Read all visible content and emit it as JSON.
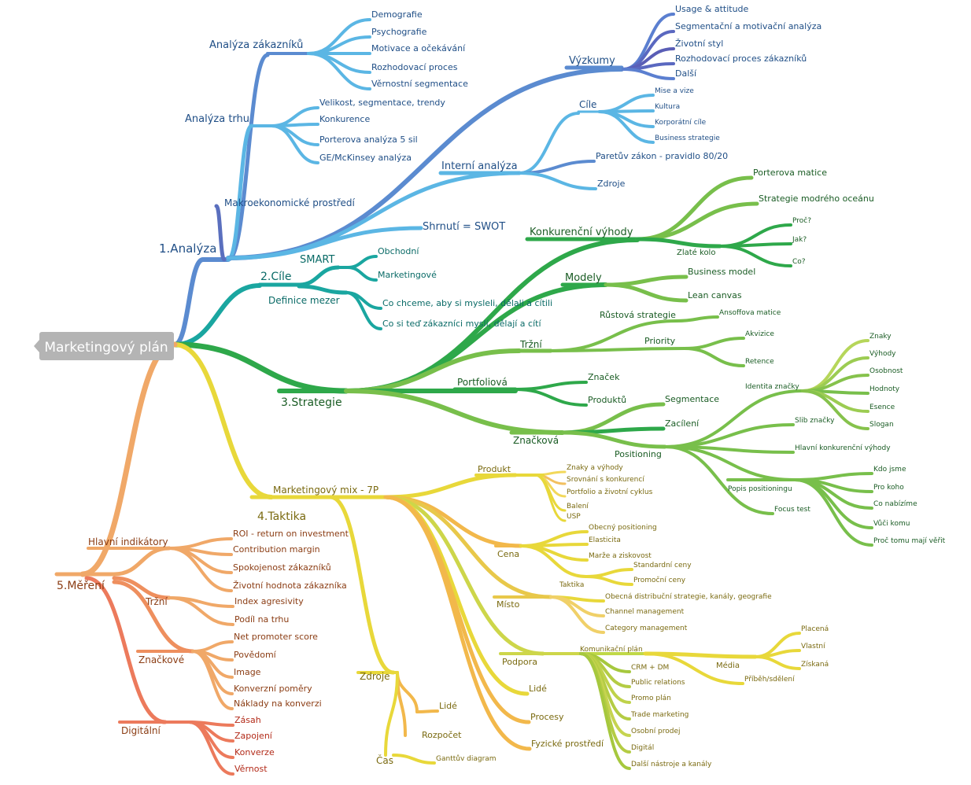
{
  "root": "Marketingový plán",
  "colors": {
    "analyza": "#5b8bd0",
    "analyza_light": "#5bb6e4",
    "cile": "#1aa6a0",
    "strategie": "#2ea84a",
    "strategie_light": "#78bf4b",
    "taktika": "#e8d83a",
    "taktika_orange": "#f2b84b",
    "mereni": "#f0a868",
    "mereni_red": "#ec7a5c",
    "root_bg": "#b4b4b4"
  },
  "branches": {
    "analyza": {
      "label": "1.Analýza",
      "zakaznici": {
        "label": "Analýza zákazníků",
        "items": [
          "Demografie",
          "Psychografie",
          "Motivace a očekávání",
          "Rozhodovací proces",
          "Věrnostní segmentace"
        ]
      },
      "trh": {
        "label": "Analýza trhu",
        "items": [
          "Velikost, segmentace, trendy",
          "Konkurence",
          "Porterova analýza 5 sil",
          "GE/McKinsey analýza"
        ]
      },
      "makro": "Makroekonomické prostředí",
      "vyzkumy": {
        "label": "Výzkumy",
        "items": [
          "Usage & attitude",
          "Segmentační a motivační analýza",
          "Životní styl",
          "Rozhodovací proces zákazníků",
          "Další"
        ]
      },
      "interni": {
        "label": "Interní analýza",
        "cile": {
          "label": "Cíle",
          "items": [
            "Mise a vize",
            "Kultura",
            "Korporátní cíle",
            "Business strategie"
          ]
        },
        "pareto": "Paretův zákon - pravidlo 80/20",
        "zdroje": "Zdroje"
      },
      "swot": "Shrnutí = SWOT"
    },
    "cile": {
      "label": "2.Cíle",
      "smart": {
        "label": "SMART",
        "items": [
          "Obchodní",
          "Marketingové"
        ]
      },
      "mezer": {
        "label": "Definice mezer",
        "items": [
          "Co chceme, aby si mysleli, dělali a cítili",
          "Co si teď zákazníci myslí, dělají a cítí"
        ]
      }
    },
    "strategie": {
      "label": "3.Strategie",
      "konkurencni": {
        "label": "Konkurenční výhody",
        "items": [
          "Porterova matice",
          "Strategie modrého oceánu"
        ],
        "zlate": {
          "label": "Zlaté kolo",
          "items": [
            "Proč?",
            "Jak?",
            "Co?"
          ]
        }
      },
      "modely": {
        "label": "Modely",
        "items": [
          "Business model",
          "Lean canvas"
        ]
      },
      "trzni": {
        "label": "Tržní",
        "rustova": {
          "label": "Růstová strategie",
          "items": [
            "Ansoffova matice"
          ]
        },
        "priority": {
          "label": "Priority",
          "items": [
            "Akvizice",
            "Retence"
          ]
        }
      },
      "portfoliova": {
        "label": "Portfoliová",
        "items": [
          "Značek",
          "Produktů"
        ]
      },
      "znackova": {
        "label": "Značková",
        "items": [
          "Segmentace",
          "Zacílení"
        ],
        "positioning": {
          "label": "Positioning",
          "identita": {
            "label": "Identita značky",
            "items": [
              "Znaky",
              "Výhody",
              "Osobnost",
              "Hodnoty",
              "Esence",
              "Slogan"
            ]
          },
          "slib": "Slib značky",
          "hlavni": "Hlavní konkurenční výhody",
          "popis": {
            "label": "Popis positioningu",
            "items": [
              "Kdo jsme",
              "Pro koho",
              "Co nabízíme",
              "Vůči komu",
              "Proč tomu mají věřit"
            ]
          },
          "focus": "Focus test"
        }
      }
    },
    "taktika": {
      "label": "4.Taktika",
      "mix": {
        "label": "Marketingový mix - 7P",
        "produkt": {
          "label": "Produkt",
          "items": [
            "Znaky a výhody",
            "Srovnání s konkurencí",
            "Portfolio a životní cyklus",
            "Balení",
            "USP"
          ]
        },
        "cena": {
          "label": "Cena",
          "items": [
            "Obecný positioning",
            "Elasticita",
            "Marže a ziskovost"
          ],
          "taktika": {
            "label": "Taktika",
            "items": [
              "Standardní ceny",
              "Promoční ceny"
            ]
          }
        },
        "misto": {
          "label": "Místo",
          "items": [
            "Obecná distribuční strategie, kanály, geografie",
            "Channel management",
            "Category management"
          ]
        },
        "podpora": {
          "label": "Podpora",
          "komunikacni": {
            "label": "Komunikační plán",
            "media": {
              "label": "Média",
              "items": [
                "Placená",
                "Vlastní",
                "Získaná"
              ]
            },
            "pribeh": "Příběh/sdělení"
          },
          "items": [
            "CRM + DM",
            "Public relations",
            "Promo plán",
            "Trade marketing",
            "Osobní prodej",
            "Digitál",
            "Další nástroje a kanály"
          ]
        },
        "lide": "Lidé",
        "procesy": "Procesy",
        "fyzicke": "Fyzické prostředí"
      },
      "zdroje": {
        "label": "Zdroje",
        "lide": "Lidé",
        "rozpocet": "Rozpočet",
        "cas": {
          "label": "Čas",
          "items": [
            "Ganttův diagram"
          ]
        }
      }
    },
    "mereni": {
      "label": "5.Měření",
      "hlavni": {
        "label": "Hlavní indikátory",
        "items": [
          "ROI - return on investment",
          "Contribution margin",
          "Spokojenost zákazníků",
          "Životní hodnota zákazníka"
        ]
      },
      "trzni": {
        "label": "Tržní",
        "items": [
          "Index agresivity",
          "Podíl na trhu"
        ]
      },
      "znackove": {
        "label": "Značkové",
        "items": [
          "Net promoter score",
          "Povědomí",
          "Image",
          "Konverzní poměry",
          "Náklady na konverzi"
        ]
      },
      "digitalni": {
        "label": "Digitální",
        "items": [
          "Zásah",
          "Zapojení",
          "Konverze",
          "Věrnost"
        ]
      }
    }
  }
}
